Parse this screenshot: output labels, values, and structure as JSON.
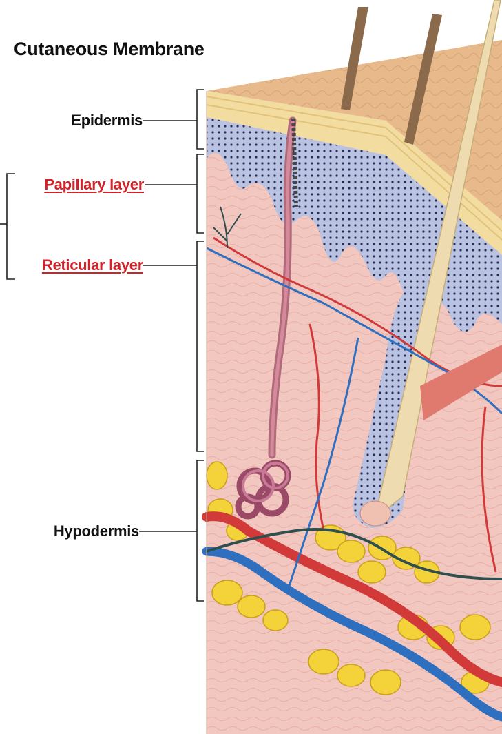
{
  "title": "Cutaneous Membrane",
  "labels": {
    "epidermis": "Epidermis",
    "papillary": "Papillary layer",
    "reticular": "Reticular layer",
    "hypodermis": "Hypodermis"
  },
  "colors": {
    "label_text": "#111111",
    "dermis_label_text": "#d2232a",
    "skin_surface": "#e8b98a",
    "epidermis_band": "#f3dca0",
    "basal_layer": "#b9c2e0",
    "dermis": "#f2c7c0",
    "fat": "#f3d23a",
    "artery": "#d23a3a",
    "vein": "#2f6fbf",
    "nerve": "#2f4f4f",
    "hair": "#8a6a4a"
  }
}
